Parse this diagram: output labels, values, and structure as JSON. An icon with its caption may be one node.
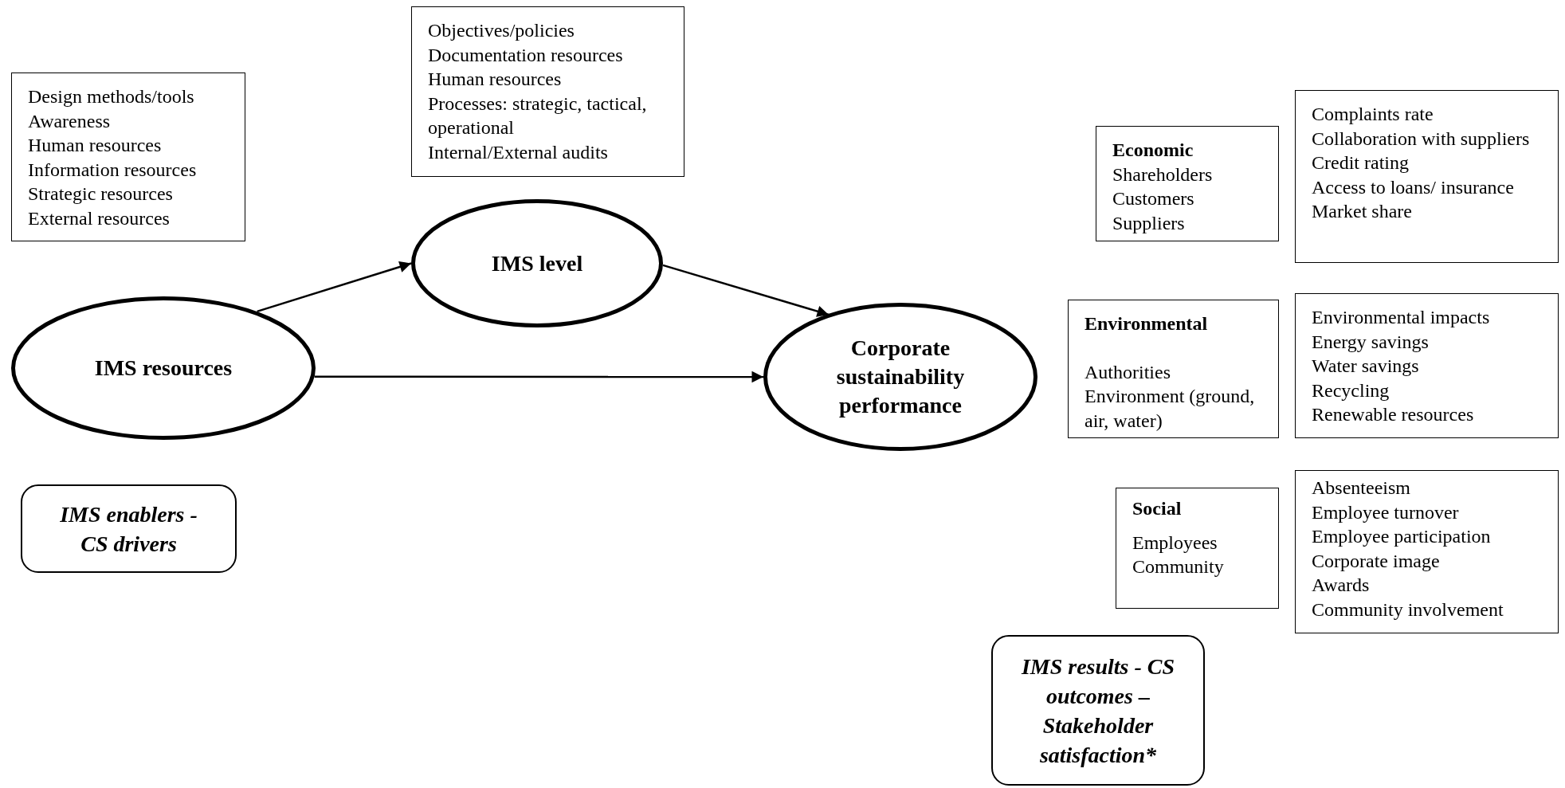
{
  "diagram": {
    "nodes": [
      {
        "text": [
          "Design methods/tools",
          "Awareness",
          "Human resources",
          "Information resources",
          "Strategic resources",
          "External resources"
        ]
      },
      {
        "text": [
          "Objectives/policies",
          "Documentation resources",
          "Human resources",
          "Processes: strategic, tactical, operational",
          "Internal/External audits"
        ]
      },
      {
        "text": [
          "IMS resources"
        ]
      },
      {
        "text": [
          "IMS level"
        ]
      },
      {
        "text": [
          "Corporate sustainability performance"
        ]
      },
      {
        "text": [
          "IMS enablers - CS drivers"
        ]
      },
      {
        "text": [
          "Economic",
          "Shareholders",
          "Customers",
          "Suppliers"
        ]
      },
      {
        "text": [
          "Complaints rate",
          "Collaboration with suppliers",
          "Credit rating",
          "Access to loans/ insurance",
          "Market share"
        ]
      },
      {
        "text": [
          "Environmental",
          "Authorities",
          "Environment (ground, air, water)"
        ]
      },
      {
        "text": [
          "Environmental impacts",
          "Energy savings",
          "Water savings",
          "Recycling",
          "Renewable resources"
        ]
      },
      {
        "text": [
          "Social",
          "Employees",
          "Community"
        ]
      },
      {
        "text": [
          "Absenteeism",
          "Employee turnover",
          "Employee participation",
          "Corporate image",
          "Awards",
          "Community involvement"
        ]
      },
      {
        "text": [
          "IMS results - CS outcomes – Stakeholder satisfaction*"
        ]
      }
    ],
    "edges": [
      {
        "from": 2,
        "to": 3,
        "arrow": "to"
      },
      {
        "from": 3,
        "to": 4,
        "arrow": "to"
      },
      {
        "from": 2,
        "to": 4,
        "arrow": "to"
      }
    ]
  }
}
